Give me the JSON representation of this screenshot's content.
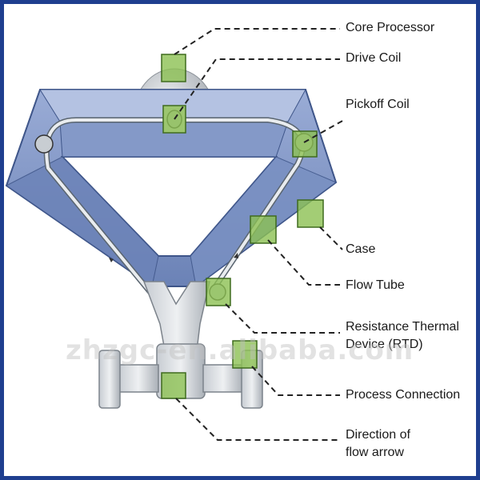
{
  "labels": {
    "core_processor": "Core Processor",
    "drive_coil": "Drive Coil",
    "pickoff_coil": "Pickoff Coil",
    "case": "Case",
    "flow_tube": "Flow Tube",
    "rtd_line1": "Resistance Thermal",
    "rtd_line2": "Device (RTD)",
    "process_connection": "Process Connection",
    "direction_line1": "Direction of",
    "direction_line2": "flow arrow"
  },
  "watermark": "zhzgc-en.alibaba.com",
  "colors": {
    "border": "#1f3f8f",
    "case_fill": "#7e94c4",
    "case_light": "#a6b6db",
    "case_dark": "#4f6699",
    "marker_fill": "#8cc152",
    "leader_line": "#222222"
  }
}
